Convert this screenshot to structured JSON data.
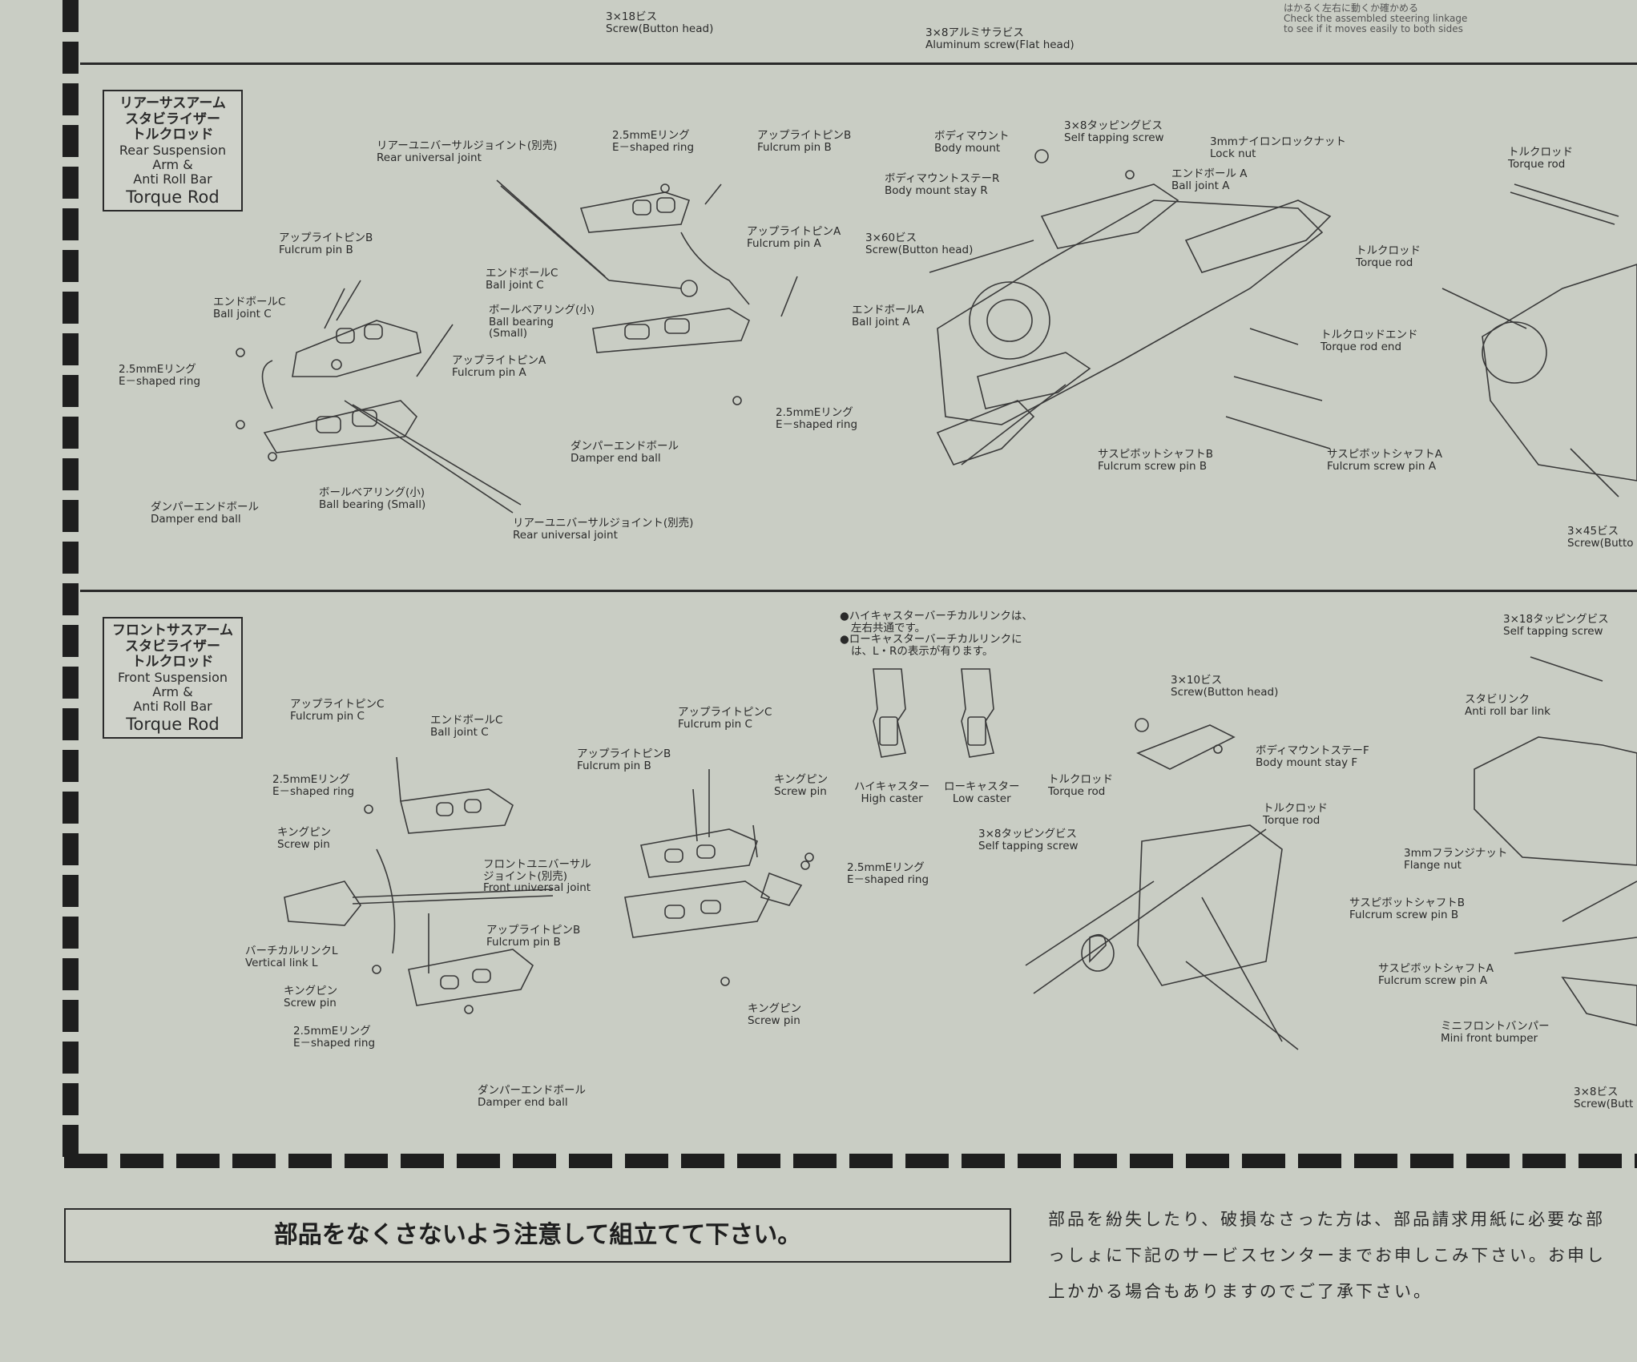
{
  "top_labels": [
    {
      "jp": "3×18ビス",
      "en": "Screw(Button head)"
    },
    {
      "jp": "3×8アルミサラビス",
      "en": "Aluminum screw(Flat head)"
    },
    {
      "jp": "はかるく左右に動くか確かめる",
      "en": "Check the assembled steering linkage",
      "en2": "to see if it moves easily to both sides"
    }
  ],
  "rear_section": {
    "title": {
      "jp1": "リアーサスアーム",
      "jp2": "スタビライザー",
      "jp3": "トルクロッド",
      "en1": "Rear Suspension",
      "en2": "Arm &",
      "en3": "Anti Roll Bar",
      "en4": "Torque Rod"
    },
    "labels": [
      {
        "jp": "アップライトピンB",
        "en": "Fulcrum pin B"
      },
      {
        "jp": "エンドボールC",
        "en": "Ball joint C"
      },
      {
        "jp": "2.5mmEリング",
        "en": "E－shaped ring"
      },
      {
        "jp": "アップライトピンA",
        "en": "Fulcrum pin A"
      },
      {
        "jp": "ボールベアリング(小)",
        "en": "Ball bearing (Small)"
      },
      {
        "jp": "ダンパーエンドボール",
        "en": "Damper end ball"
      },
      {
        "jp": "リアーユニバーサルジョイント(別売)",
        "en": "Rear universal joint"
      },
      {
        "jp": "リアーユニバーサルジョイント(別売)",
        "en": "Rear universal joint"
      },
      {
        "jp": "2.5mmEリング",
        "en": "E－shaped ring"
      },
      {
        "jp": "アップライトピンB",
        "en": "Fulcrum pin B"
      },
      {
        "jp": "アップライトピンA",
        "en": "Fulcrum pin A"
      },
      {
        "jp": "エンドボールC",
        "en": "Ball joint C"
      },
      {
        "jp": "ボールベアリング(小)",
        "en": "Ball bearing",
        "en2": "(Small)"
      },
      {
        "jp": "ダンパーエンドボール",
        "en": "Damper end ball"
      },
      {
        "jp": "2.5mmEリング",
        "en": "E－shaped ring"
      },
      {
        "jp": "ボディマウント",
        "en": "Body mount"
      },
      {
        "jp": "3×8タッピングビス",
        "en": "Self tapping screw"
      },
      {
        "jp": "3mmナイロンロックナット",
        "en": "Lock nut"
      },
      {
        "jp": "ボディマウントステーR",
        "en": "Body mount stay R"
      },
      {
        "jp": "エンドボール A",
        "en": "Ball joint A"
      },
      {
        "jp": "3×60ビス",
        "en": "Screw(Button head)"
      },
      {
        "jp": "エンドボールA",
        "en": "Ball joint A"
      },
      {
        "jp": "サスピボットシャフトB",
        "en": "Fulcrum screw pin B"
      },
      {
        "jp": "サスピボットシャフトA",
        "en": "Fulcrum screw pin A"
      },
      {
        "jp": "トルクロッド",
        "en": "Torque rod"
      },
      {
        "jp": "トルクロッド",
        "en": "Torque rod"
      },
      {
        "jp": "トルクロッドエンド",
        "en": "Torque rod end"
      },
      {
        "jp": "3×45ビス",
        "en": "Screw(Butto"
      }
    ]
  },
  "front_section": {
    "title": {
      "jp1": "フロントサスアーム",
      "jp2": "スタビライザー",
      "jp3": "トルクロッド",
      "en1": "Front Suspension",
      "en2": "Arm &",
      "en3": "Anti Roll Bar",
      "en4": "Torque Rod"
    },
    "caster_note": {
      "line1": "●ハイキャスターバーチカルリンクは、",
      "line2": "左右共通です。",
      "line3": "●ローキャスターバーチカルリンクに",
      "line4": "は、L・Rの表示が有ります。"
    },
    "caster_parts": [
      {
        "jp": "ハイキャスター",
        "en": "High caster"
      },
      {
        "jp": "ローキャスター",
        "en": "Low caster"
      }
    ],
    "labels": [
      {
        "jp": "アップライトピンC",
        "en": "Fulcrum pin C"
      },
      {
        "jp": "エンドボールC",
        "en": "Ball joint C"
      },
      {
        "jp": "2.5mmEリング",
        "en": "E－shaped ring"
      },
      {
        "jp": "キングピン",
        "en": "Screw pin"
      },
      {
        "jp": "フロントユニバーサル",
        "en": "ジョイント(別売)",
        "en2": "Front universal joint"
      },
      {
        "jp": "アップライトピンB",
        "en": "Fulcrum pin B"
      },
      {
        "jp": "バーチカルリンクL",
        "en": "Vertical link L"
      },
      {
        "jp": "キングピン",
        "en": "Screw pin"
      },
      {
        "jp": "2.5mmEリング",
        "en": "E－shaped ring"
      },
      {
        "jp": "ダンパーエンドボール",
        "en": "Damper end ball"
      },
      {
        "jp": "アップライトピンC",
        "en": "Fulcrum pin C"
      },
      {
        "jp": "アップライトピンB",
        "en": "Fulcrum pin B"
      },
      {
        "jp": "キングピン",
        "en": "Screw pin"
      },
      {
        "jp": "2.5mmEリング",
        "en": "E－shaped ring"
      },
      {
        "jp": "キングピン",
        "en": "Screw pin"
      },
      {
        "jp": "3×10ビス",
        "en": "Screw(Button head)"
      },
      {
        "jp": "ボディマウントステーF",
        "en": "Body mount stay F"
      },
      {
        "jp": "トルクロッド",
        "en": "Torque rod"
      },
      {
        "jp": "トルクロッド",
        "en": "Torque rod"
      },
      {
        "jp": "3×8タッピングビス",
        "en": "Self tapping screw"
      },
      {
        "jp": "3×18タッピングビス",
        "en": "Self tapping screw"
      },
      {
        "jp": "スタビリンク",
        "en": "Anti roll bar link"
      },
      {
        "jp": "3mmフランジナット",
        "en": "Flange nut"
      },
      {
        "jp": "サスピボットシャフトB",
        "en": "Fulcrum screw pin B"
      },
      {
        "jp": "サスピボットシャフトA",
        "en": "Fulcrum screw pin A"
      },
      {
        "jp": "ミニフロントバンパー",
        "en": "Mini front bumper"
      },
      {
        "jp": "3×8ビス",
        "en": "Screw(Butt"
      }
    ]
  },
  "footer": {
    "note": "部品をなくさないよう注意して組立てて下さい。",
    "service_line1": "部品を紛失したり、破損なさった方は、部品請求用紙に必要な部",
    "service_line2": "っしょに下記のサービスセンターまでお申しこみ下さい。お申し",
    "service_line3": "上かかる場合もありますのでご了承下さい。"
  }
}
